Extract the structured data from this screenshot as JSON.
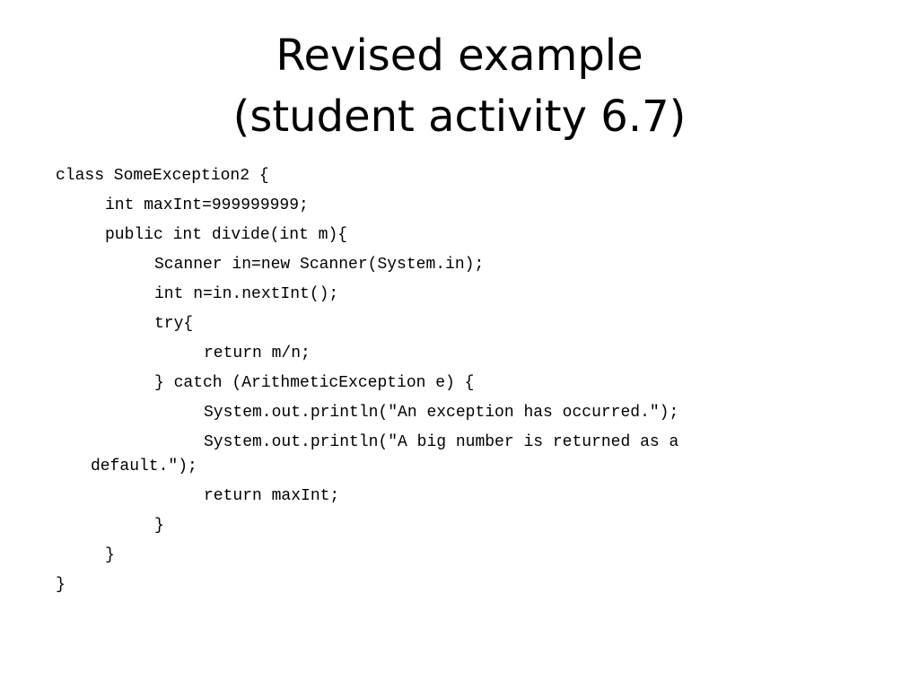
{
  "slide": {
    "title_lines": [
      "Revised example",
      "(student activity 6.7)"
    ],
    "code_lines": [
      "class SomeException2 {",
      "int maxInt=999999999;",
      "public int divide(int m){",
      "Scanner in=new Scanner(System.in);",
      "int n=in.nextInt();",
      "try{",
      "return m/n;",
      "} catch (ArithmeticException e) {",
      "System.out.println(\"An exception has occurred.\");",
      "System.out.println(\"A big number is returned as a",
      "default.\");",
      "return maxInt;",
      "}",
      "}",
      "}"
    ]
  }
}
